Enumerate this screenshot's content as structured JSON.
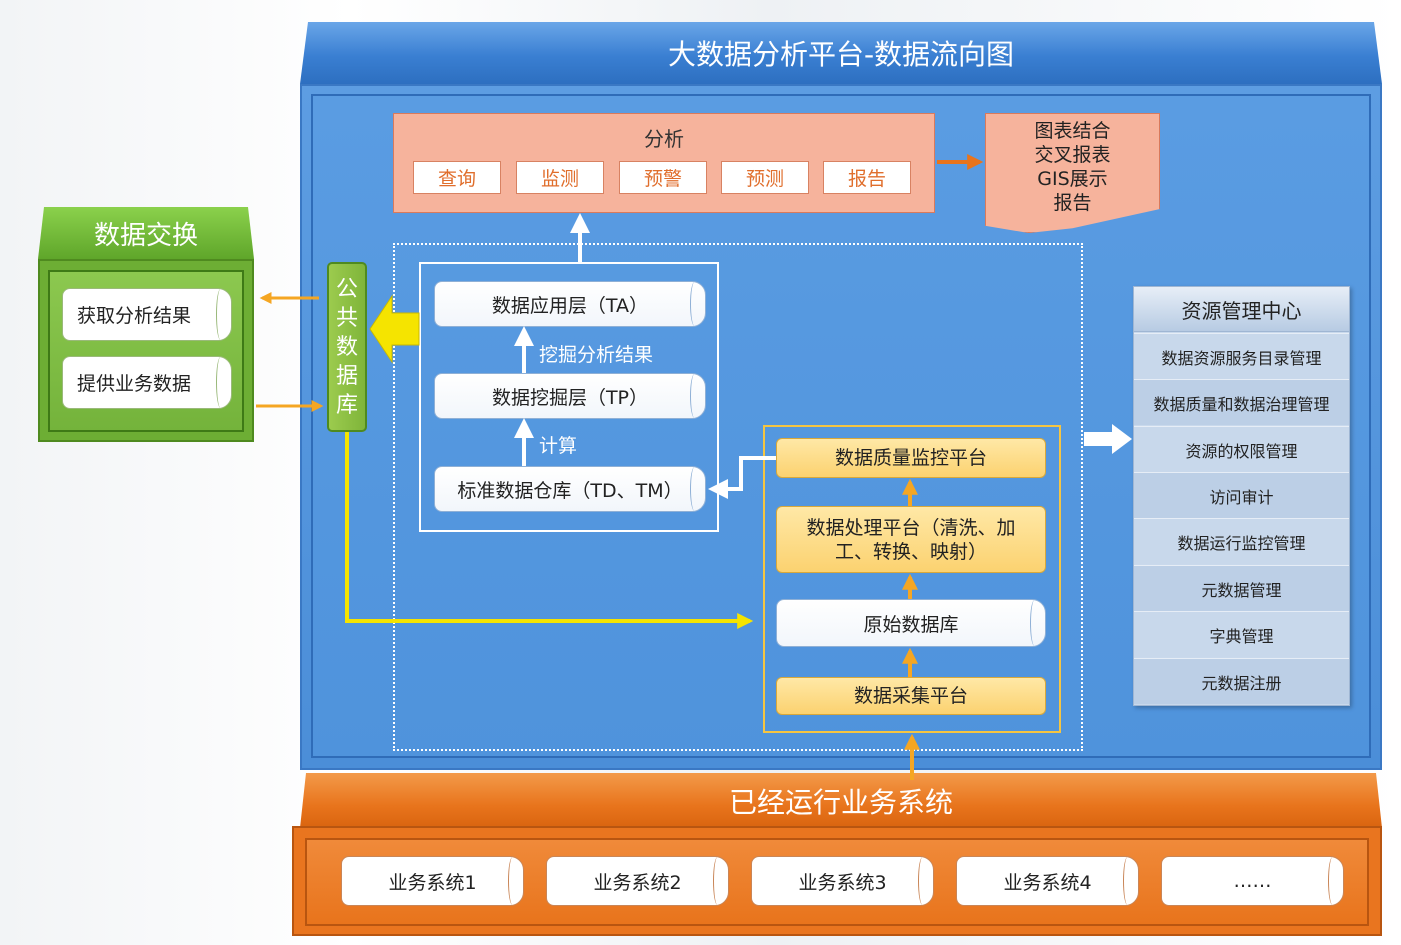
{
  "platform": {
    "title": "大数据分析平台-数据流向图"
  },
  "analysis": {
    "title": "分析",
    "buttons": [
      "查询",
      "监测",
      "预警",
      "预测",
      "报告"
    ],
    "output_lines": [
      "图表结合",
      "交叉报表",
      "GIS展示",
      "报告"
    ]
  },
  "layers": {
    "ta": "数据应用层（TA）",
    "tp": "数据挖掘层（TP）",
    "td": "标准数据仓库（TD、TM）",
    "label_mining": "挖掘分析结果",
    "label_compute": "计算"
  },
  "processing": {
    "quality": "数据质量监控平台",
    "process_line1": "数据处理平台（清洗、加",
    "process_line2": "工、转换、映射）",
    "raw_db": "原始数据库",
    "collect": "数据采集平台"
  },
  "public_db": {
    "chars": [
      "公",
      "共",
      "数",
      "据",
      "库"
    ]
  },
  "exchange": {
    "title": "数据交换",
    "items": [
      "获取分析结果",
      "提供业务数据"
    ]
  },
  "resource": {
    "title": "资源管理中心",
    "items": [
      "数据资源服务目录管理",
      "数据质量和数据治理管理",
      "资源的权限管理",
      "访问审计",
      "数据运行监控管理",
      "元数据管理",
      "字典管理",
      "元数据注册"
    ]
  },
  "business": {
    "title": "已经运行业务系统",
    "systems": [
      "业务系统1",
      "业务系统2",
      "业务系统3",
      "业务系统4",
      "……"
    ]
  },
  "colors": {
    "platform_blue": "#4b8ed8",
    "analysis_salmon": "#f6b39c",
    "process_yellow": "#fbd270",
    "exchange_green": "#6dae34",
    "business_orange": "#e8741c",
    "connector_yellow": "#f5e400",
    "connector_orange": "#f5a623"
  }
}
